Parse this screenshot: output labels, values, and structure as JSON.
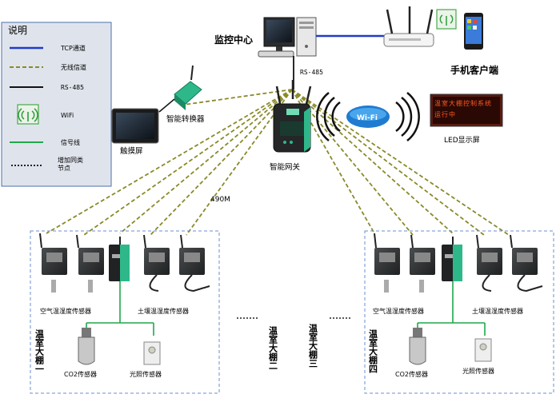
{
  "legend": {
    "title": "说明",
    "items": [
      {
        "kind": "tcp",
        "label": "TCP通道",
        "color": "#1f3cc8"
      },
      {
        "kind": "wireless",
        "label": "无线信道",
        "color": "#8a8a2a"
      },
      {
        "kind": "rs485",
        "label": "RS-485",
        "color": "#111111"
      },
      {
        "kind": "wifi",
        "label": "WiFi"
      },
      {
        "kind": "signal",
        "label": "信号线",
        "color": "#1fa84a"
      },
      {
        "kind": "nodes",
        "label": "增加同类节点"
      }
    ]
  },
  "devices": {
    "monitor_center": "监控中心",
    "rs485_label": "RS-485",
    "mobile_client": "手机客户端",
    "smart_converter": "智能转换器",
    "touch_screen": "触摸屏",
    "smart_gateway": "智能网关",
    "wifi_text": "Wi-Fi",
    "led_screen": "LED显示屏",
    "led_text": "温室大棚控制系统运行中",
    "freq_label": "490M"
  },
  "greenhouses": [
    {
      "name": "温室大棚一",
      "air_sensor": "空气温湿度传感器",
      "soil_sensor": "土壤温湿度传感器",
      "co2": "CO2传感器",
      "light": "光照传感器"
    },
    {
      "name": "温室大棚四",
      "air_sensor": "空气温湿度传感器",
      "soil_sensor": "土壤温湿度传感器",
      "co2": "CO2传感器",
      "light": "光照传感器"
    }
  ],
  "middle_houses": [
    "温室大棚二",
    "温室大棚三"
  ],
  "colors": {
    "tcp": "#1f3cc8",
    "wireless": "#8a8a2a",
    "signal": "#1fa84a",
    "box": "#6a8fd0",
    "gateway_green": "#2eb88a"
  }
}
